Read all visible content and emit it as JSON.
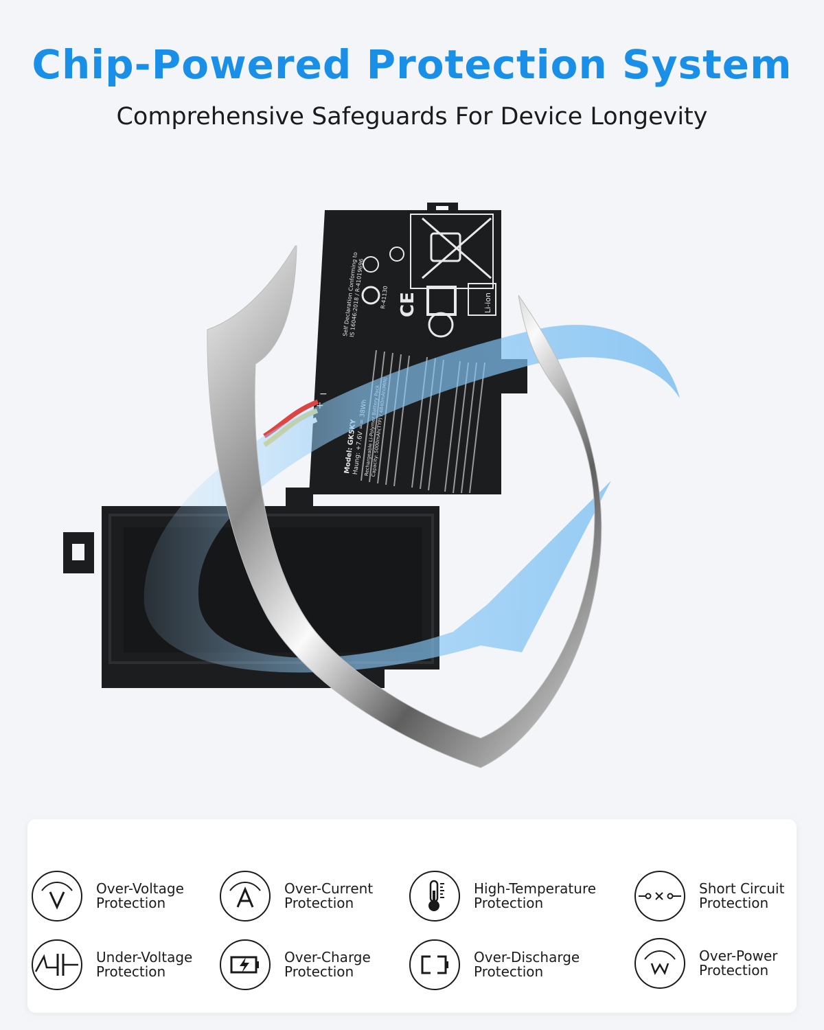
{
  "header": {
    "title": "Chip-Powered Protection System",
    "subtitle": "Comprehensive Safeguards For Device Longevity"
  },
  "battery": {
    "model": "Model: GK5KY",
    "rating": "Haung: +7.6V == 38Wh",
    "description": "Rechargeable Li-Polymer Battery Pack",
    "capacity": "Capacity: 5000mAh(TYP) / 4840mAh(MIN)",
    "conformity": "Self Declaration Conforming to",
    "standard": "IS 16046:2018 / R-41019696",
    "code": "R-41130",
    "liion": "Li-ion",
    "plus_mark": "+",
    "minus_mark": "−"
  },
  "features": [
    {
      "line1": "Over-Voltage",
      "line2": "Protection",
      "icon": "voltage-v-icon"
    },
    {
      "line1": "Over-Current",
      "line2": "Protection",
      "icon": "current-a-icon"
    },
    {
      "line1": "High-Temperature",
      "line2": "Protection",
      "icon": "thermometer-icon"
    },
    {
      "line1": "Short Circuit",
      "line2": "Protection",
      "icon": "short-circuit-icon"
    },
    {
      "line1": "Under-Voltage",
      "line2": "Protection",
      "icon": "capacitor-icon"
    },
    {
      "line1": "Over-Charge",
      "line2": "Protection",
      "icon": "battery-charging-icon"
    },
    {
      "line1": "Over-Discharge",
      "line2": "Protection",
      "icon": "battery-empty-icon"
    },
    {
      "line1": "Over-Power",
      "line2": "Protection",
      "icon": "power-w-icon"
    }
  ],
  "colors": {
    "title_blue": "#1a8fe8",
    "background": "#f3f5f9",
    "panel": "#ffffff",
    "battery_black": "#1c1d1f"
  }
}
